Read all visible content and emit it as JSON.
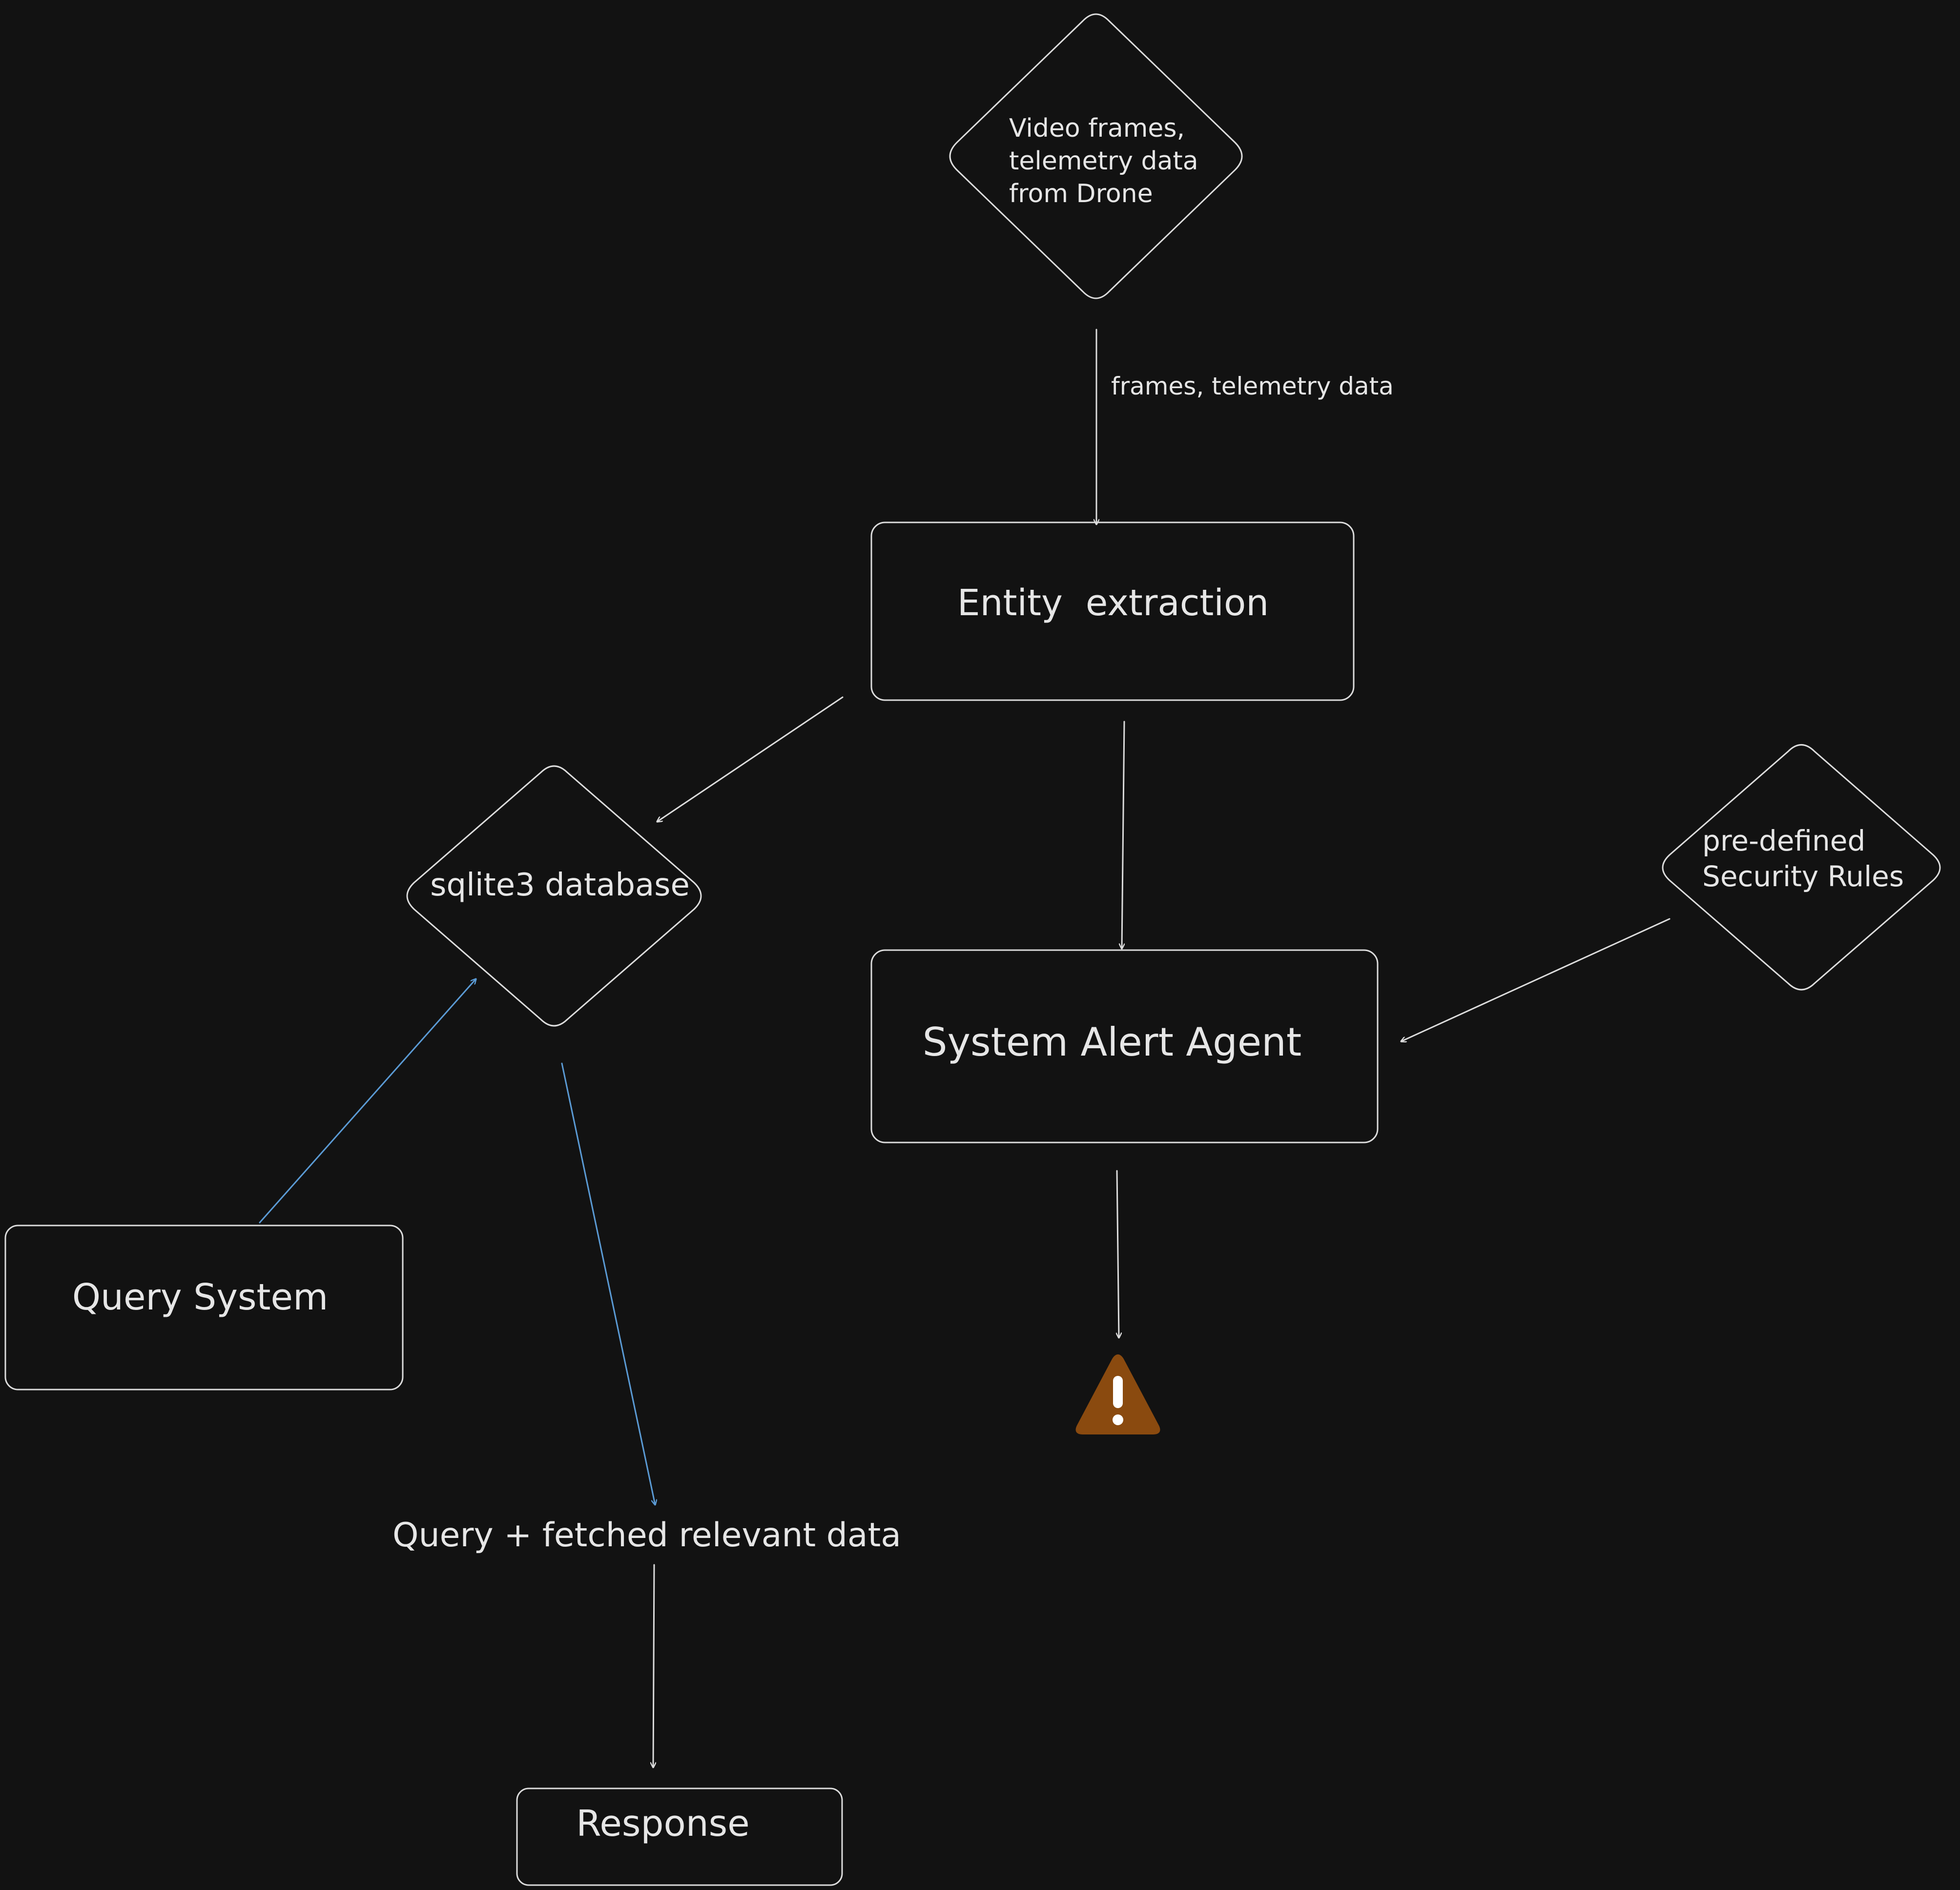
{
  "colors": {
    "background": "#121212",
    "stroke": "#dcdcdc",
    "text": "#e6e6e6",
    "query_edge": "#5b9bd5",
    "warning": "#8a4a0f",
    "warning_mark": "#ffffff"
  },
  "nodes": {
    "drone_input": {
      "line1": "Video frames,",
      "line2": "telemetry data",
      "line3": "from Drone"
    },
    "entity_extraction": {
      "label": "Entity  extraction"
    },
    "sqlite_db": {
      "label": "sqlite3 database"
    },
    "security_rules": {
      "line1": "pre-defined",
      "line2": "Security Rules"
    },
    "system_alert_agent": {
      "label": "System Alert Agent"
    },
    "query_system": {
      "label": "Query System"
    },
    "fetched_data": {
      "label": "Query + fetched relevant data"
    },
    "response": {
      "label": "Response"
    },
    "alert": {
      "icon": "warning-icon"
    }
  },
  "edges": {
    "drone_to_extraction": {
      "label": "frames, telemetry data"
    }
  }
}
